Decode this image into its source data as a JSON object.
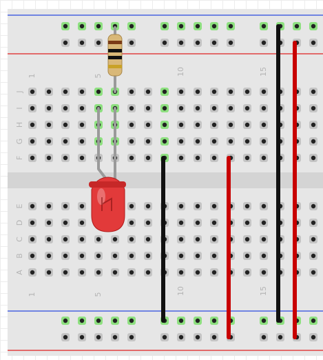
{
  "breadboard": {
    "row_letters_top": [
      "J",
      "I",
      "H",
      "G",
      "F"
    ],
    "row_letters_bottom": [
      "E",
      "D",
      "C",
      "B",
      "A"
    ],
    "column_numbers": [
      "1",
      "5",
      "10",
      "15"
    ],
    "colors": {
      "board": "#e6e6e6",
      "center_channel": "#d4d4d4",
      "hole": "#222222",
      "hole_socket": "#c4c4c4",
      "connected_highlight": "#8ee080",
      "rail_red": "#e02020",
      "rail_blue": "#2a4ae0",
      "label": "#b4b4b4"
    }
  },
  "components": {
    "led": {
      "color_name": "red",
      "body_color": "#e23a3a",
      "anode_column": 6,
      "cathode_column": 5
    },
    "resistor": {
      "bands": [
        "#7a3b16",
        "#111111",
        "#111111",
        "#c9a227"
      ],
      "column": 6
    },
    "wires": [
      {
        "name": "black",
        "color": "#111111"
      },
      {
        "name": "red",
        "color": "#c80000"
      },
      {
        "name": "black-long",
        "color": "#111111"
      },
      {
        "name": "red-long",
        "color": "#c80000"
      }
    ]
  }
}
